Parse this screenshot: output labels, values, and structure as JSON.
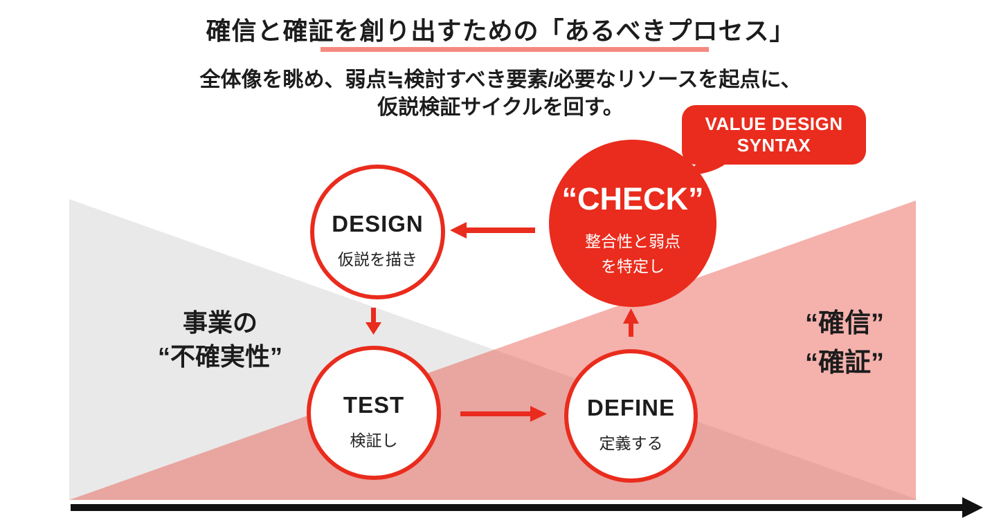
{
  "theme": {
    "red": "#e92c1d",
    "pink_overlay": "#ea5a4f",
    "gray": "#e9e9e9",
    "underline": "#f5897f",
    "ink": "#1c1c1c"
  },
  "header": {
    "title": "確信と確証を創り出すための「あるべきプロセス」",
    "subtitle_line1": "全体像を眺め、弱点≒検討すべき要素/必要なリソースを起点に、",
    "subtitle_line2": "仮説検証サイクルを回す。"
  },
  "callout": {
    "line1": "VALUE DESIGN",
    "line2": "SYNTAX"
  },
  "cycle": {
    "check": {
      "label": "“CHECK”",
      "sublabel_line1": "整合性と弱点",
      "sublabel_line2": "を特定し"
    },
    "design": {
      "label": "DESIGN",
      "sublabel": "仮説を描き"
    },
    "test": {
      "label": "TEST",
      "sublabel": "検証し"
    },
    "define": {
      "label": "DEFINE",
      "sublabel": "定義する"
    }
  },
  "zones": {
    "uncertainty_line1": "事業の",
    "uncertainty_line2": "“不確実性”",
    "certainty_line1": "“確信”",
    "certainty_line2": "“確証”"
  },
  "connectors": [
    {
      "from": "CHECK",
      "to": "DESIGN",
      "direction": "left"
    },
    {
      "from": "DESIGN",
      "to": "TEST",
      "direction": "down"
    },
    {
      "from": "TEST",
      "to": "DEFINE",
      "direction": "right"
    },
    {
      "from": "DEFINE",
      "to": "CHECK",
      "direction": "up"
    }
  ]
}
